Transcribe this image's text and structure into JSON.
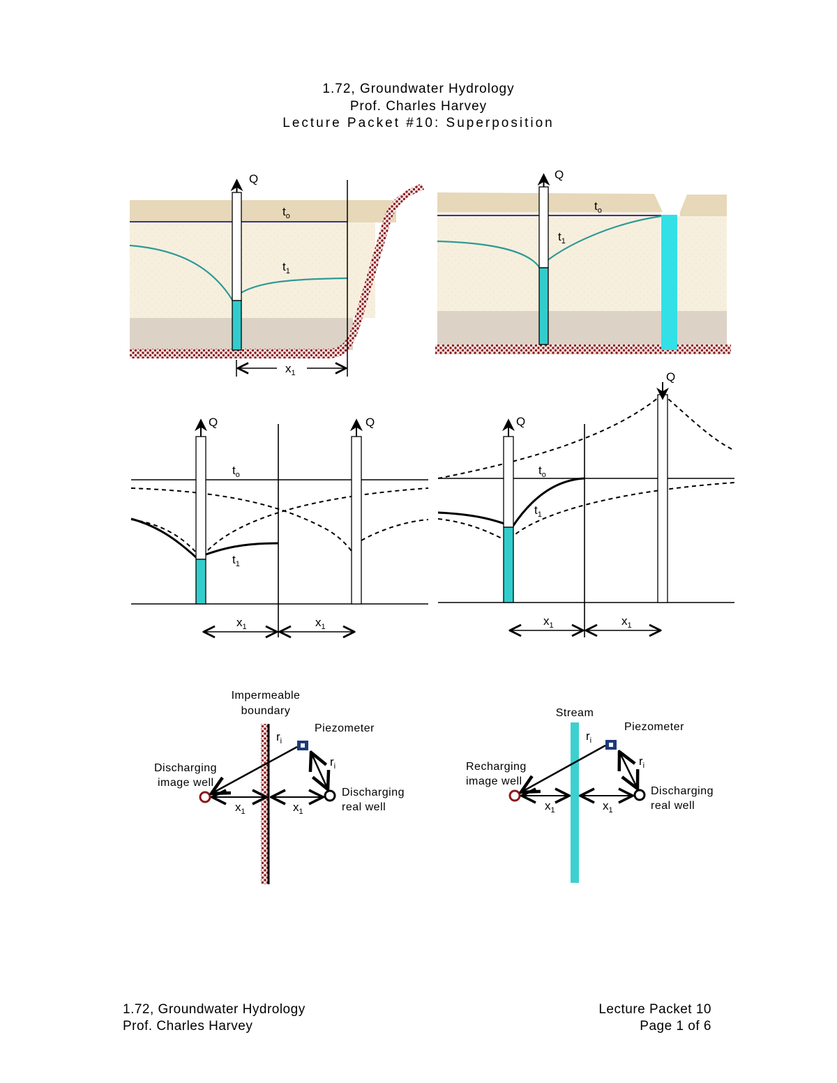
{
  "header": {
    "line1": "1.72, Groundwater Hydrology",
    "line2": "Prof. Charles Harvey",
    "line3": "Lecture Packet #10: Superposition"
  },
  "figure_labels": {
    "Q": "Q",
    "t": "t",
    "x": "x",
    "r": "r",
    "sub_o": "o",
    "sub_1": "1",
    "sub_i": "i"
  },
  "plan_left": {
    "boundary_line1": "Impermeable",
    "boundary_line2": "boundary",
    "piezometer": "Piezometer",
    "image_well_line1": "Discharging",
    "image_well_line2": "image well",
    "real_well_line1": "Discharging",
    "real_well_line2": "real well"
  },
  "plan_right": {
    "stream": "Stream",
    "piezometer": "Piezometer",
    "image_well_line1": "Recharging",
    "image_well_line2": "image well",
    "real_well_line1": "Discharging",
    "real_well_line2": "real well"
  },
  "colors": {
    "water": "#33cccc",
    "stream": "#3cd0d0",
    "water_table": "#333399",
    "drawdown": "#2f9a96",
    "sand": "#f7efde",
    "sand_top": "#e6d8b8",
    "clay": "#dcd2c6",
    "bedrock": "#8b1a1a",
    "piezometer": "#1f3a7a"
  },
  "footer": {
    "left_line1": "1.72, Groundwater Hydrology",
    "left_line2": "Prof. Charles Harvey",
    "right_line1": "Lecture Packet 10",
    "right_line2": "Page 1 of 6"
  }
}
